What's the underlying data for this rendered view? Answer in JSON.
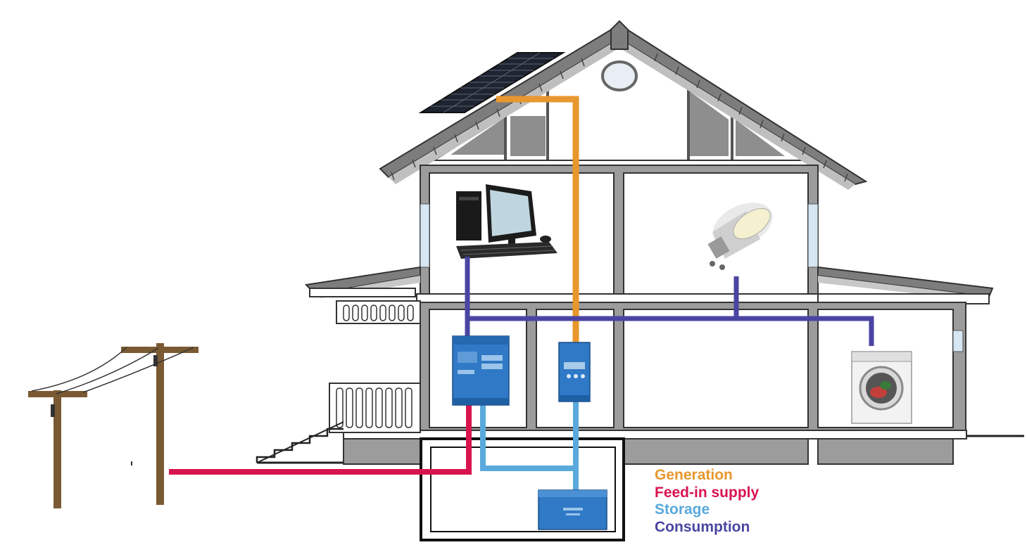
{
  "colors": {
    "generation": "#E8972E",
    "feed_in": "#D8144F",
    "storage": "#5AA9DC",
    "consumption": "#4A45A2",
    "device_blue": "#2F79C6",
    "pole_brown": "#7A5A33",
    "wall_gray": "#9C9C9C",
    "roof_gray": "#7D7D7D"
  },
  "icons": {
    "solar_panel": "solar-panel-icon",
    "computer": "desktop-computer-icon",
    "bulb": "led-bulb-icon",
    "washer": "washing-machine-icon",
    "inverter": "inverter-charger-icon",
    "mppt": "solar-charge-controller-icon",
    "battery": "battery-icon",
    "poles": "utility-pole-icon"
  },
  "legend": {
    "generation": "Generation",
    "feed_in": "Feed-in supply",
    "storage": "Storage",
    "consumption": "Consumption"
  }
}
